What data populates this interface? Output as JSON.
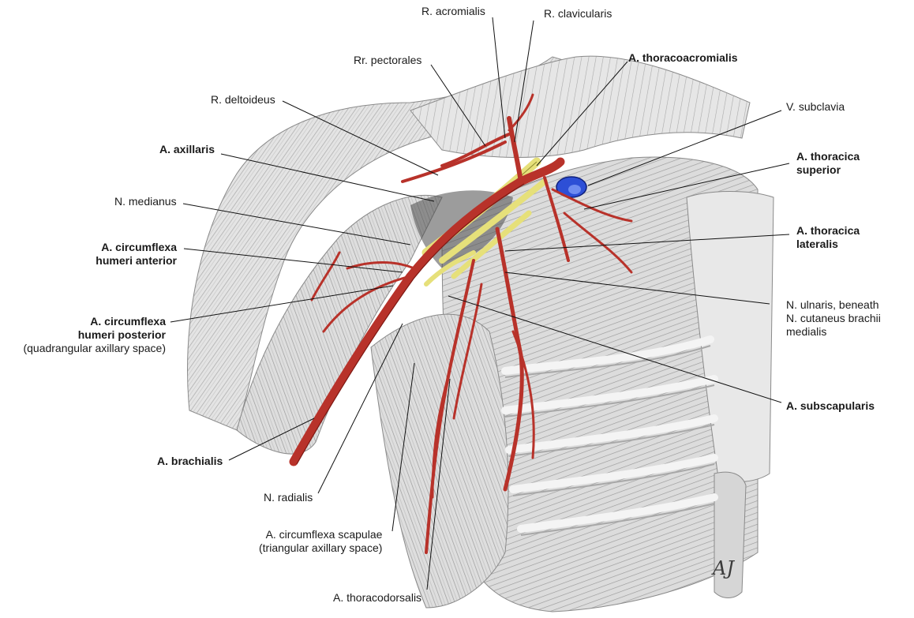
{
  "colors": {
    "artery": "#b8322a",
    "artery_dark": "#7e1a14",
    "vein": "#2d4fd6",
    "nerve": "#e6e07a",
    "muscle_light": "#e9e9e9",
    "muscle_mid": "#c9c9c9",
    "muscle_dark": "#8a8a8a",
    "leader": "#111111"
  },
  "labels": {
    "r_acromialis": "R. acromialis",
    "r_clavicularis": "R. clavicularis",
    "rr_pectorales": "Rr. pectorales",
    "a_thoracoacromialis": "A. thoracoacromialis",
    "r_deltoideus": "R. deltoideus",
    "v_subclavia": "V. subclavia",
    "a_axillaris": "A. axillaris",
    "a_thoracica_superior": [
      "A. thoracica",
      "superior"
    ],
    "n_medianus": "N. medianus",
    "a_thoracica_lateralis": [
      "A. thoracica",
      "lateralis"
    ],
    "a_circumflexa_humeri_anterior": [
      "A. circumflexa",
      "humeri anterior"
    ],
    "n_ulnaris": [
      "N. ulnaris, beneath",
      "N. cutaneus brachii",
      "medialis"
    ],
    "a_circumflexa_humeri_posterior": [
      "A. circumflexa",
      "humeri posterior",
      "(quadrangular axillary space)"
    ],
    "a_subscapularis": "A. subscapularis",
    "a_brachialis": "A. brachialis",
    "n_radialis": "N. radialis",
    "a_circumflexa_scapulae": [
      "A. circumflexa scapulae",
      "(triangular axillary space)"
    ],
    "a_thoracodorsalis": "A. thoracodorsalis",
    "signature": "AJ"
  }
}
